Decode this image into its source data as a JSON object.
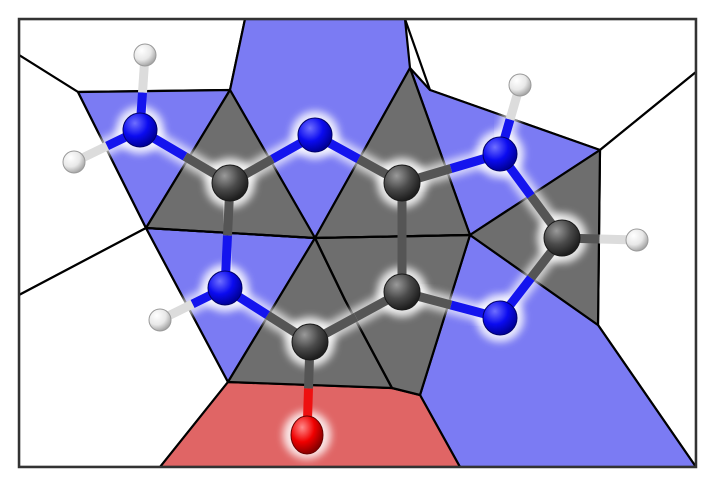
{
  "diagram": {
    "kind": "molecule-voronoi-tessellation",
    "molecule_atoms": [
      {
        "id": "N2",
        "element": "N"
      },
      {
        "id": "H2a",
        "element": "H"
      },
      {
        "id": "H2b",
        "element": "H"
      },
      {
        "id": "C2",
        "element": "C"
      },
      {
        "id": "N3",
        "element": "N"
      },
      {
        "id": "C4",
        "element": "C"
      },
      {
        "id": "N9",
        "element": "N"
      },
      {
        "id": "H9",
        "element": "H"
      },
      {
        "id": "C8",
        "element": "C"
      },
      {
        "id": "H8",
        "element": "H"
      },
      {
        "id": "N7",
        "element": "N"
      },
      {
        "id": "C5",
        "element": "C"
      },
      {
        "id": "C6",
        "element": "C"
      },
      {
        "id": "O6",
        "element": "O"
      },
      {
        "id": "N1",
        "element": "N"
      },
      {
        "id": "H1",
        "element": "H"
      }
    ],
    "bonds": [
      [
        "N2",
        "H2a"
      ],
      [
        "N2",
        "H2b"
      ],
      [
        "N2",
        "C2"
      ],
      [
        "C2",
        "N3"
      ],
      [
        "C2",
        "N1"
      ],
      [
        "N3",
        "C4"
      ],
      [
        "C4",
        "N9"
      ],
      [
        "C4",
        "C5"
      ],
      [
        "N9",
        "H9"
      ],
      [
        "N9",
        "C8"
      ],
      [
        "C8",
        "H8"
      ],
      [
        "C8",
        "N7"
      ],
      [
        "N7",
        "C5"
      ],
      [
        "C5",
        "C6"
      ],
      [
        "C6",
        "O6"
      ],
      [
        "C6",
        "N1"
      ],
      [
        "N1",
        "H1"
      ]
    ],
    "colors": {
      "nitrogen_region": "#7b7bf3",
      "carbon_region": "#6e6e6e",
      "oxygen_region": "#e06565",
      "hydrogen_region": "#ffffff",
      "edge": "#000000",
      "frame": "#333333",
      "atom_N": "#0a0aff",
      "atom_C": "#4a4a4a",
      "atom_O": "#ff0a0a",
      "atom_H": "#ededed"
    }
  }
}
